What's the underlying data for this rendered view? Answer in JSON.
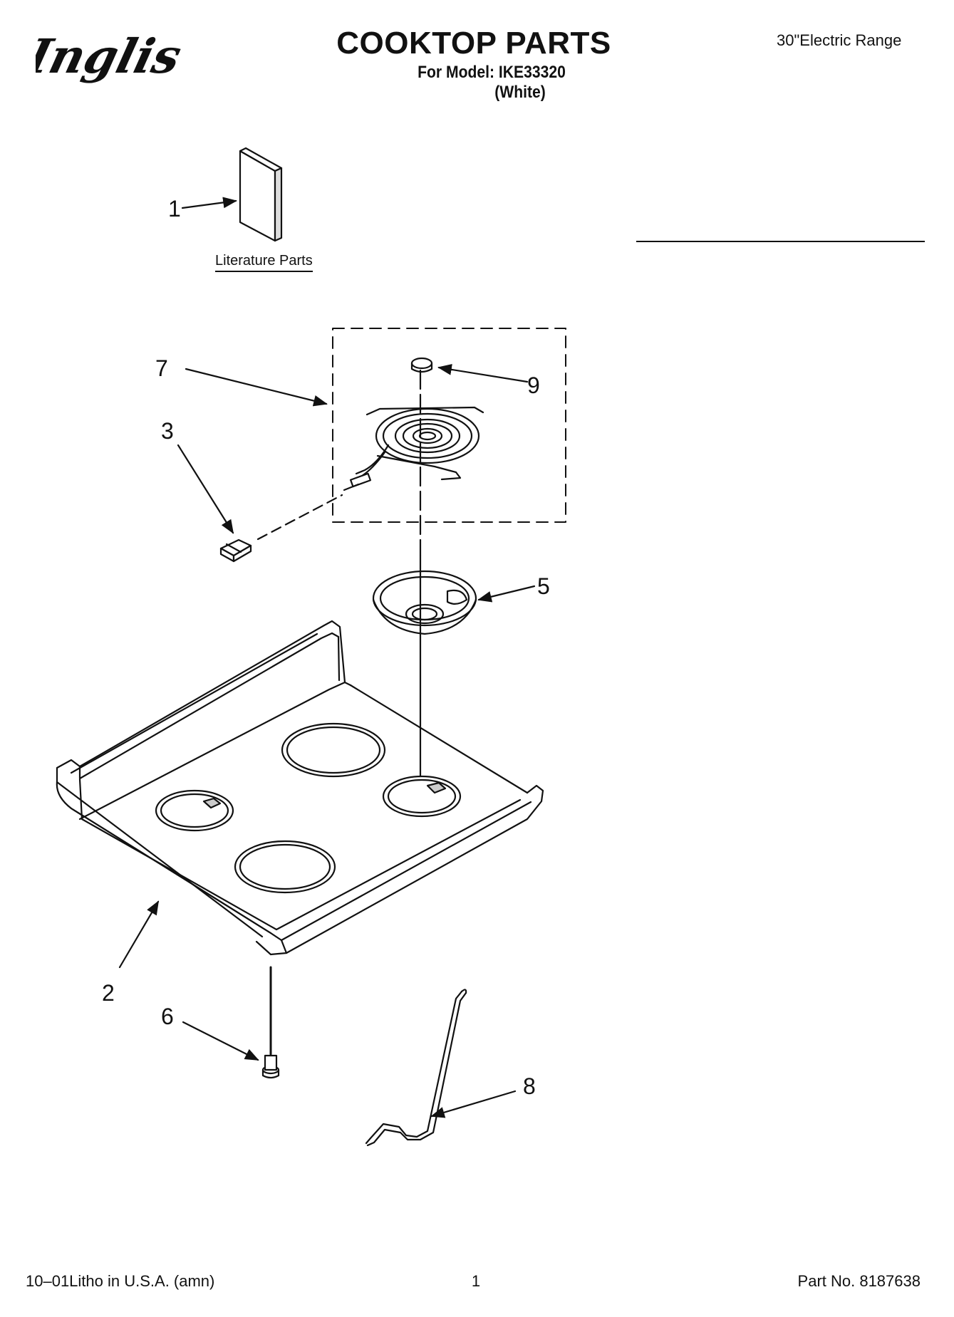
{
  "header": {
    "brand": "Inglis",
    "title": "COOKTOP PARTS",
    "model_line": "For Model: IKE33320",
    "variant": "(White)",
    "subtitle": "30\"Electric Range"
  },
  "diagram": {
    "literature_label": "Literature Parts",
    "callouts": [
      "1",
      "2",
      "3",
      "5",
      "6",
      "7",
      "8",
      "9"
    ]
  },
  "footer": {
    "left": "10–01Litho in U.S.A. (amn)",
    "page": "1",
    "part_no": "Part No. 8187638"
  },
  "icons": {
    "brand_logo": "inglis-wordmark"
  }
}
